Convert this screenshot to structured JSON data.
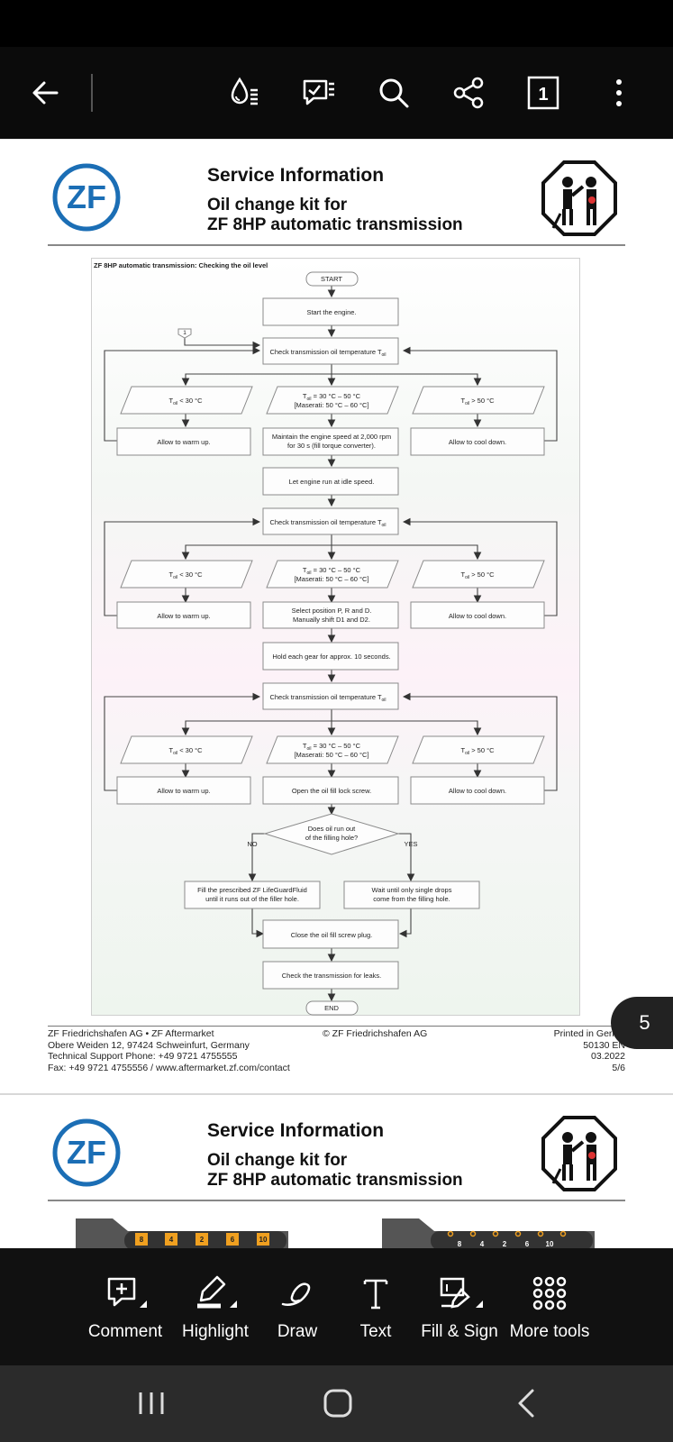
{
  "toolbar": {
    "back_icon": "arrow-left-icon",
    "page_count": "1"
  },
  "page1": {
    "title": "Service Information",
    "subtitle_line1": "Oil change kit for",
    "subtitle_line2": "ZF 8HP automatic transmission",
    "logo_text": "ZF",
    "flowchart": {
      "heading": "ZF 8HP automatic transmission: Checking the oil level",
      "start": "START",
      "end": "END",
      "connector": "1",
      "start_engine": "Start the engine.",
      "check_temp": "Check transmission oil temperature T",
      "temp_sub": "oil",
      "below_30": "T",
      "below_30_tail": " < 30 °C",
      "mid_range_1": " = 30 °C – 50 °C",
      "mid_range_2": "[Maserati: 50 °C – 60 °C]",
      "above_50_tail": " > 50 °C",
      "warm_up": "Allow to warm up.",
      "cool_down": "Allow to cool down.",
      "maintain_1": "Maintain the engine speed at 2,000 rpm",
      "maintain_2": "for 30 s (fill torque converter).",
      "idle": "Let engine run at idle speed.",
      "select_1": "Select position P, R and D.",
      "select_2": "Manually shift D1 and D2.",
      "hold": "Hold each gear for approx. 10 seconds.",
      "open_screw": "Open the oil fill lock screw.",
      "question_1": "Does oil run out",
      "question_2": "of the filling hole?",
      "no": "NO",
      "yes": "YES",
      "fill_1": "Fill the prescribed ZF LifeGuardFluid",
      "fill_2": "until it runs out of the filler hole.",
      "wait_1": "Wait until only single drops",
      "wait_2": "come from the filling hole.",
      "close_plug": "Close the oil fill screw plug.",
      "check_leaks": "Check the transmission for leaks."
    },
    "footer": {
      "company": "ZF Friedrichshafen AG  •  ZF Aftermarket",
      "address": "Obere Weiden 12, 97424 Schweinfurt, Germany",
      "phone": "Technical Support Phone: +49 9721 4755555",
      "fax": "Fax: +49 9721 4755556  /  www.aftermarket.zf.com/contact",
      "copyright": "© ZF Friedrichshafen AG",
      "printed": "Printed in Germa",
      "docno": "50130 EN",
      "date": "03.2022",
      "pageno": "5/6"
    }
  },
  "page_badge": "5",
  "page2": {
    "title": "Service Information",
    "subtitle_line1": "Oil change kit for",
    "subtitle_line2": "ZF 8HP automatic transmission",
    "logo_text": "ZF",
    "left_numbers": [
      "8",
      "4",
      "2",
      "6",
      "10"
    ],
    "right_numbers": [
      "8",
      "4",
      "2",
      "6",
      "10"
    ]
  },
  "tools": [
    {
      "label": "Comment",
      "icon": "comment-icon"
    },
    {
      "label": "Highlight",
      "icon": "highlight-icon"
    },
    {
      "label": "Draw",
      "icon": "draw-icon"
    },
    {
      "label": "Text",
      "icon": "text-icon"
    },
    {
      "label": "Fill & Sign",
      "icon": "fill-sign-icon"
    },
    {
      "label": "More tools",
      "icon": "more-tools-icon"
    }
  ],
  "colors": {
    "zf_blue": "#1b6eb5",
    "toolbar_bg": "#0b0b0b",
    "flow_box": "#fdfdfd",
    "flow_border": "#8a8a8a"
  }
}
